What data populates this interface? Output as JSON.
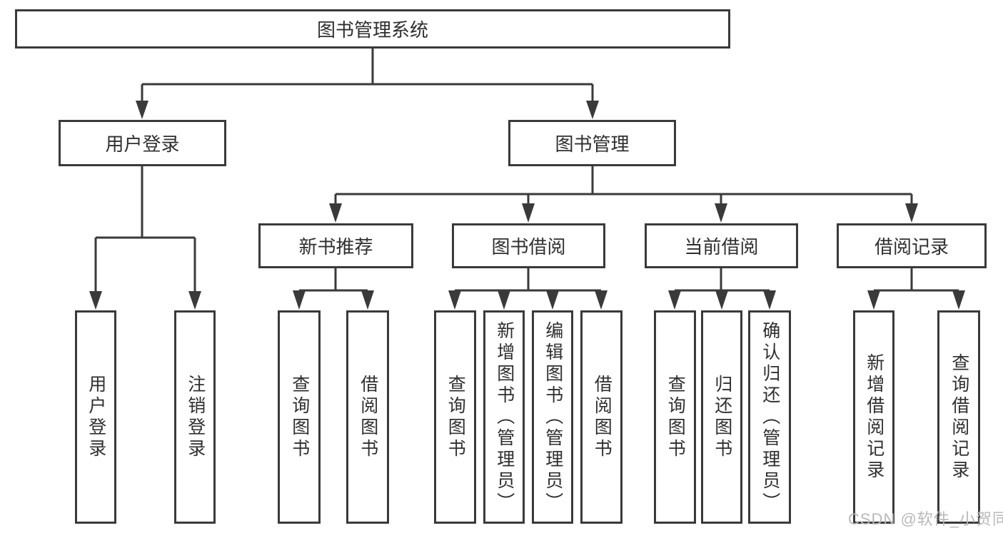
{
  "diagram": {
    "root_label": "图书管理系统",
    "level2": {
      "user_login": "用户登录",
      "book_mgmt": "图书管理"
    },
    "level3": {
      "new_books": "新书推荐",
      "book_borrow": "图书借阅",
      "current_borrow": "当前借阅",
      "borrow_records": "借阅记录"
    },
    "leaves": {
      "user_login": [
        "用户登录",
        "注销登录"
      ],
      "new_books": [
        "查询图书",
        "借阅图书"
      ],
      "book_borrow": [
        "查询图书",
        "新增图书（管理员）",
        "编辑图书（管理员）",
        "借阅图书"
      ],
      "current_borrow": [
        "查询图书",
        "归还图书",
        "确认归还（管理员）"
      ],
      "borrow_records": [
        "新增借阅记录",
        "查询借阅记录"
      ]
    },
    "watermark": "CSDN @软件_小贺同学",
    "colors": {
      "line": "#3a3a3a",
      "text": "#2f2f2f",
      "watermark": "#b9b9b9",
      "background": "#ffffff"
    }
  }
}
